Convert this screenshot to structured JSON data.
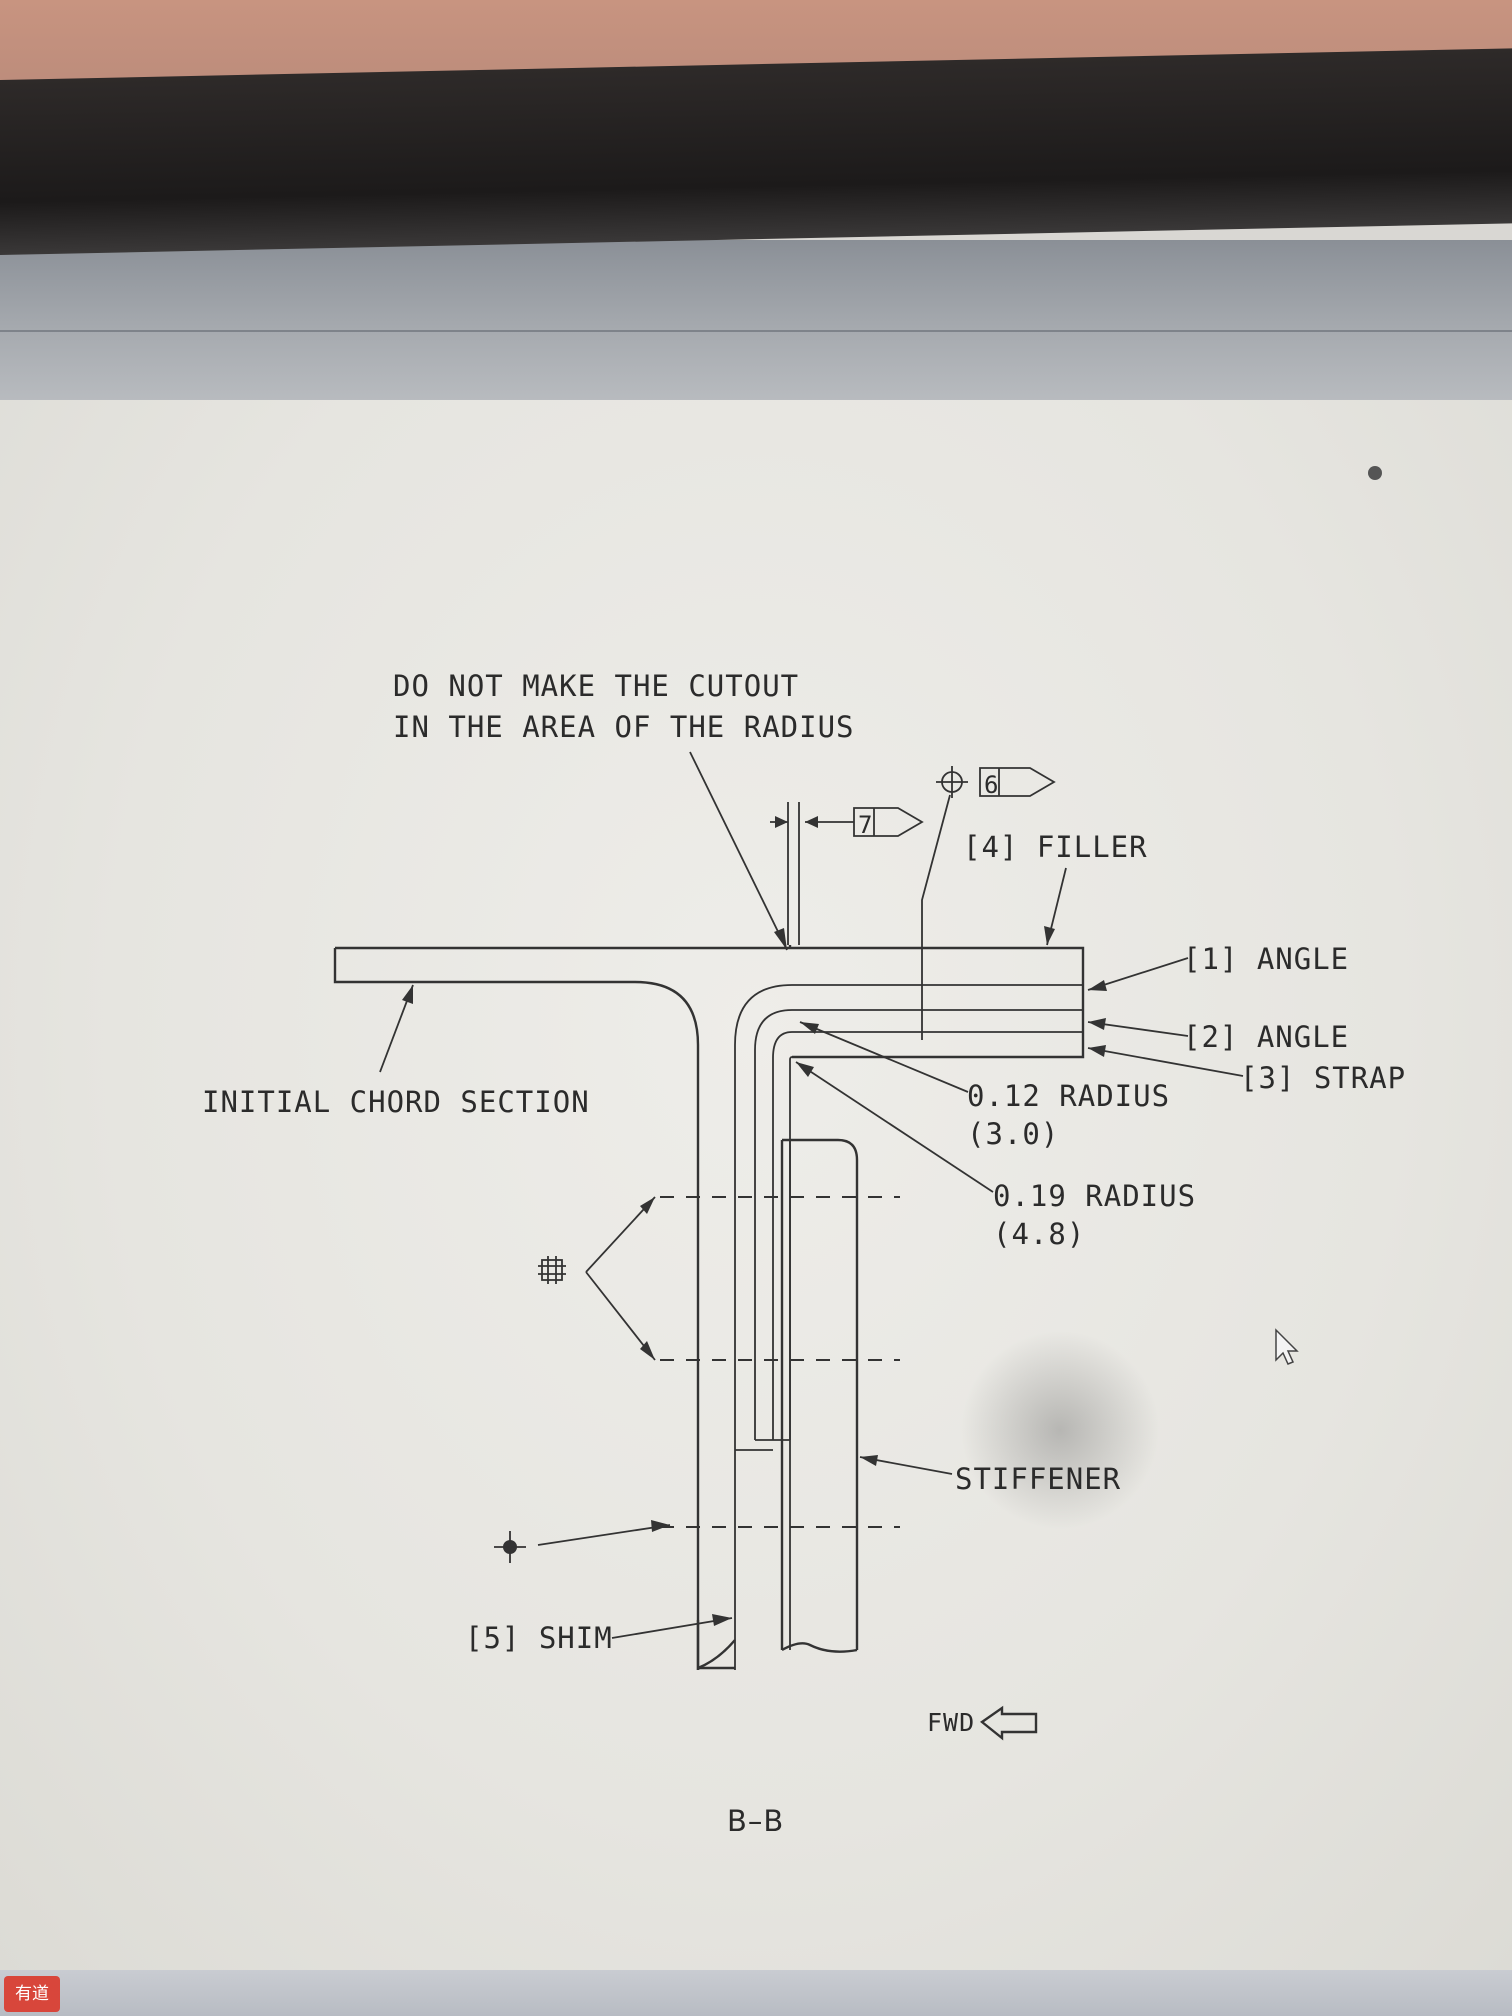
{
  "drawing": {
    "note_line1": "DO NOT MAKE THE CUTOUT",
    "note_line2": "IN THE AREA OF THE RADIUS",
    "flag_6": "6",
    "flag_7": "7",
    "filler": "[4] FILLER",
    "angle_1": "[1] ANGLE",
    "angle_2": "[2] ANGLE",
    "strap_3": "[3] STRAP",
    "initial_chord": "INITIAL CHORD SECTION",
    "radius_012": "0.12 RADIUS",
    "radius_012_mm": "(3.0)",
    "radius_019": "0.19 RADIUS",
    "radius_019_mm": "(4.8)",
    "stiffener": "STIFFENER",
    "shim": "[5] SHIM",
    "fwd": "FWD",
    "section": "B–B"
  },
  "taskbar": {
    "app_logo": "有道"
  },
  "icons": [
    "fastener-symbol-icon",
    "drill-symbol-icon",
    "datum-symbol-icon",
    "mouse-cursor-icon",
    "fwd-arrow-icon"
  ]
}
